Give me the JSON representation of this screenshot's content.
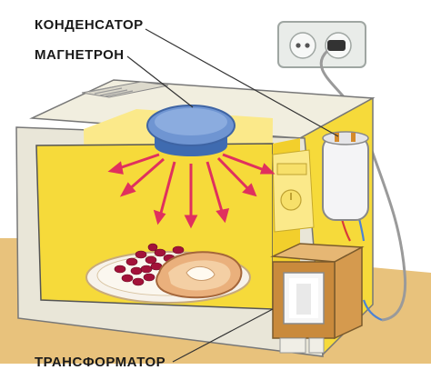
{
  "labels": {
    "condenser": "КОНДЕНСАТОР",
    "magnetron": "МАГНЕТРОН",
    "transformer": "ТРАНСФОРМАТОР"
  },
  "components": {
    "magnetron": "magnetron",
    "capacitor": "capacitor",
    "transformer": "transformer",
    "outlet": "power outlet",
    "food": "food plate"
  },
  "colors": {
    "cabinet_yellow": "#f6da3a",
    "wall_light": "#fbe98a",
    "magnetron_blue": "#5f86c6",
    "wave_red": "#e0305e",
    "table": "#e8c27c",
    "cabinet_frame": "#e9e6d8"
  }
}
